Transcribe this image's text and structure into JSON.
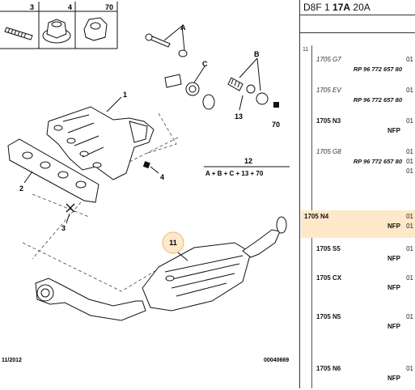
{
  "top_parts": [
    {
      "num": "3",
      "icon": "stud-icon"
    },
    {
      "num": "4",
      "icon": "flange-nut-icon"
    },
    {
      "num": "70",
      "icon": "hex-nut-icon"
    }
  ],
  "callouts": {
    "a": "A",
    "b": "B",
    "c": "C",
    "p1": "1",
    "p2": "2",
    "p3": "3",
    "p4": "4",
    "p11": "11",
    "p12": "12",
    "p13": "13",
    "p70": "70"
  },
  "kit_formula": "A + B + C + 13 + 70",
  "footer": {
    "date": "11/2012",
    "ref": "00040669"
  },
  "sidebar": {
    "header_parts": [
      "D8F",
      "1",
      "17A",
      "20A"
    ],
    "index": "11",
    "rows": [
      {
        "code": "1705 G7",
        "style": "italic",
        "ref": "RP 96 772 657 80",
        "qtys": [
          "01"
        ]
      },
      {
        "code": "1705 EV",
        "style": "italic",
        "ref": "RP 96 772 657 80",
        "qtys": [
          "01"
        ]
      },
      {
        "code": "1705 N3",
        "style": "bold",
        "nfp": "NFP",
        "qtys": [
          "01"
        ]
      },
      {
        "code": "1705 G8",
        "style": "italic",
        "ref": "RP 96 772 657 80",
        "qtys": [
          "01",
          "01",
          "01"
        ]
      },
      {
        "code": "1705 N4",
        "style": "bold",
        "nfp": "NFP",
        "qtys": [
          "01",
          "01"
        ],
        "highlight": true
      },
      {
        "code": "1705 S5",
        "style": "bold",
        "nfp": "NFP",
        "qtys": [
          "01"
        ]
      },
      {
        "code": "1705 CX",
        "style": "bold",
        "nfp": "NFP",
        "qtys": [
          "01"
        ]
      },
      {
        "code": "1705 N5",
        "style": "bold",
        "nfp": "NFP",
        "qtys": [
          "01"
        ]
      },
      {
        "code": "1705 N6",
        "style": "bold",
        "nfp": "NFP",
        "qtys": [
          "01"
        ]
      }
    ]
  }
}
